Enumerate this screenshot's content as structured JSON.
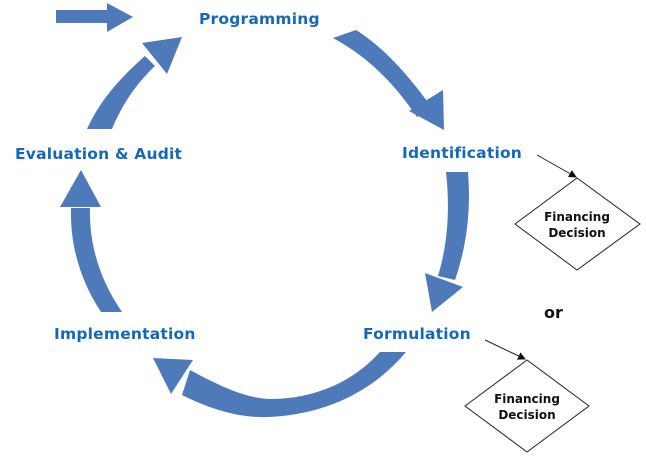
{
  "diagram": {
    "title": "Project cycle",
    "colors": {
      "arrow": "#4f7aba",
      "stage_text": "#1668b6",
      "decision_text": "#111111",
      "decision_stroke": "#222222"
    },
    "entry_arrow": {
      "icon": "right-arrow-icon"
    },
    "stages": [
      {
        "id": "programming",
        "label": "Programming"
      },
      {
        "id": "identification",
        "label": "Identification"
      },
      {
        "id": "formulation",
        "label": "Formulation"
      },
      {
        "id": "implementation",
        "label": "Implementation"
      },
      {
        "id": "evaluation",
        "label": "Evaluation & Audit"
      }
    ],
    "cycle_arrows": [
      {
        "from": "programming",
        "to": "identification"
      },
      {
        "from": "identification",
        "to": "formulation"
      },
      {
        "from": "formulation",
        "to": "implementation"
      },
      {
        "from": "implementation",
        "to": "evaluation"
      },
      {
        "from": "evaluation",
        "to": "programming"
      }
    ],
    "decisions": [
      {
        "from": "identification",
        "line1": "Financing",
        "line2": "Decision"
      },
      {
        "from": "formulation",
        "line1": "Financing",
        "line2": "Decision"
      }
    ],
    "connector_text": "or"
  }
}
